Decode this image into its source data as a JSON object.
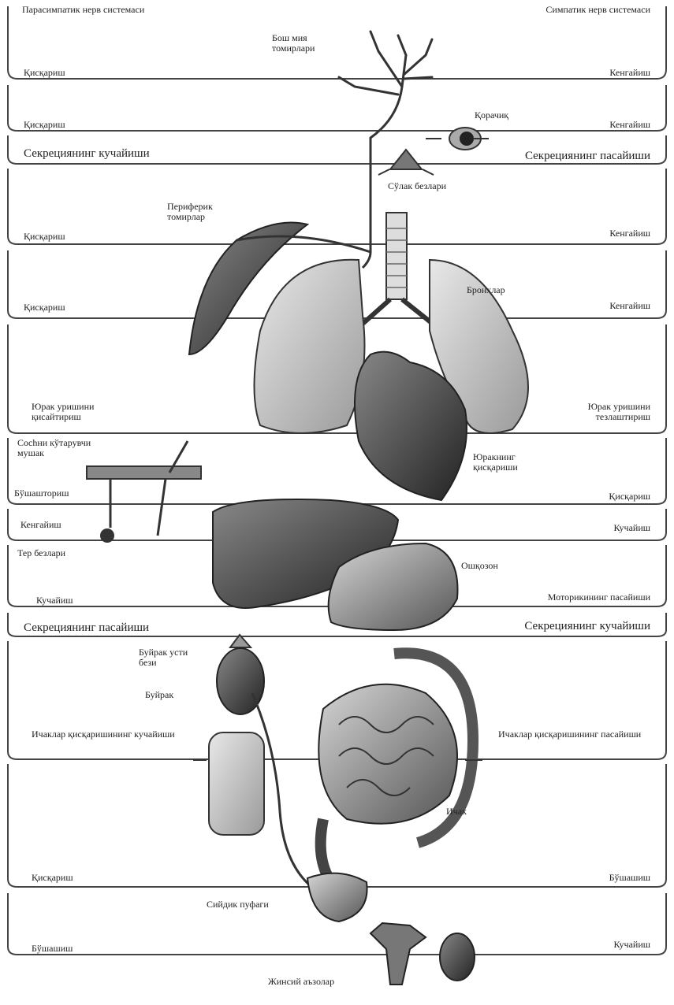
{
  "header": {
    "left": "Парасимпатик нерв системаси",
    "right": "Симпатик нерв системаси"
  },
  "rows": [
    {
      "left": "Қисқариш",
      "right": "Кенгайиш"
    },
    {
      "left": "Қисқариш",
      "right": "Кенгайиш"
    },
    {
      "left": "Секрециянинг кучайиши",
      "right": "Секрециянинг пасайиши"
    },
    {
      "left": "Қисқариш",
      "right": "Кенгайиш"
    },
    {
      "left": "Қисқариш",
      "right": "Кенгайиш"
    },
    {
      "left": "Юрак уришини қисайтириш",
      "right": "Юрак уришини тезлаштириш"
    },
    {
      "left": "Бўшашториш",
      "right": "Қисқариш"
    },
    {
      "left": "Кенгайиш",
      "right": "Кучайиш"
    },
    {
      "left": "Кучайиш",
      "right": "Моторикининг пасайиши"
    },
    {
      "left": "Секрециянинг пасайиши",
      "right": "Секрециянинг кучайиши"
    },
    {
      "left": "Ичаклар қисқаришининг кучайиши",
      "right": "Ичаклар қисқаришининг пасайиши"
    },
    {
      "left": "Қисқариш",
      "right": "Бўшашиш"
    },
    {
      "left": "Бўшашиш",
      "right": "Кучайиш"
    }
  ],
  "organs": {
    "brain_vessels": "Бош мия томирлари",
    "pupil": "Қорачиқ",
    "salivary": "Сўлак безлари",
    "peripheral": "Периферик томирлар",
    "bronchi": "Бронхлар",
    "heart": "Юракнинг қисқариши",
    "hair_muscle": "Соchни кўтарувчи мушак",
    "sweat": "Тер безлари",
    "stomach": "Ошқозон",
    "adrenal": "Буйрак усти бези",
    "kidney": "Буйрак",
    "intestine": "Ичак",
    "bladder": "Сийдик пуфаги",
    "genitals": "Жинсий аъзолар"
  }
}
